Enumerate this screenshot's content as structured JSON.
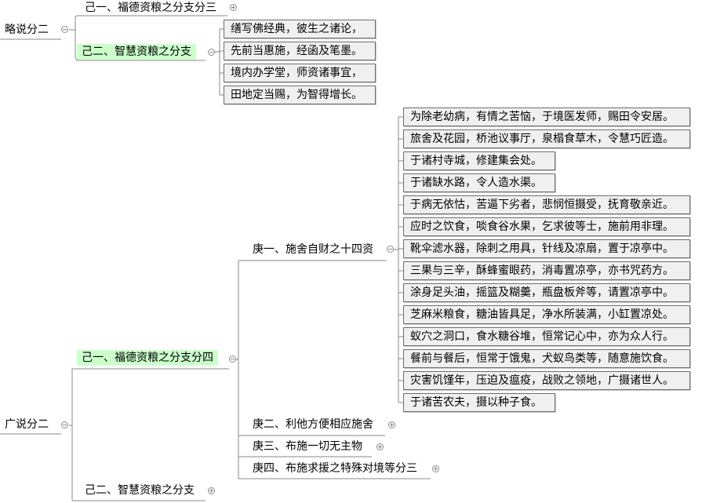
{
  "colors": {
    "highlight": "#ccffcc",
    "leaf_bg": "#f0f0f0",
    "connector": "#8a8a8a"
  },
  "roots": [
    {
      "text": "略说分二",
      "collapsed": false
    },
    {
      "text": "广说分二",
      "collapsed": false
    }
  ],
  "branches": {
    "brief_merit": {
      "text": "己一、福德资粮之分支分三",
      "collapsed": true
    },
    "brief_wisdom": {
      "text": "己二、智慧资粮之分支",
      "collapsed": false
    },
    "broad_merit": {
      "text": "己一、福德资粮之分支分四",
      "collapsed": false
    },
    "broad_wisdom": {
      "text": "己二、智慧资粮之分支",
      "collapsed": true
    }
  },
  "wisdom_leaves": [
    "缮写佛经典，彼生之诸论，",
    "先前当惠施，经函及笔墨。",
    "境内办学堂，师资诸事宜，",
    "田地定当赐，为智得增长。"
  ],
  "geng": [
    {
      "text": "庚一、施舍自财之十四资",
      "collapsed": false
    },
    {
      "text": "庚二、利他方便相应施舍",
      "collapsed": true
    },
    {
      "text": "庚三、布施一切无主物",
      "collapsed": true
    },
    {
      "text": "庚四、布施求援之特殊对境等分三",
      "collapsed": true
    }
  ],
  "geng1_leaves": [
    "为除老幼病，有情之苦恼，于境医发师，赐田令安居。",
    "旅舍及花园，桥池议事厅，泉榻食草木，令慧巧匠造。",
    "于诸村寺城，修建集会处。",
    "于诸缺水路，令人造水渠。",
    "于病无依怙，苦逼下劣者，悲悯恒摄受，抚育敬亲近。",
    "应时之饮食，啖食谷水果，乞求彼等士，施前用非理。",
    "靴伞滤水器，除刺之用具，针线及凉扇，置于凉亭中。",
    "三果与三辛，酥蜂蜜眼药，消毒置凉亭，亦书咒药方。",
    "涂身足头油，摇篮及糊羹，瓶盘板斧等，请置凉亭中。",
    "芝麻米粮食，糖油皆具足，净水所装满，小缸置凉处。",
    "蚁穴之洞口，食水糖谷堆，恒常记心中，亦为众人行。",
    "餐前与餐后，恒常于饿鬼，犬蚁鸟类等，随意施饮食。",
    "灾害饥馑年，压迫及瘟疫，战败之领地，广摄诸世人。",
    "于诸苦农夫，摄以种子食。"
  ]
}
